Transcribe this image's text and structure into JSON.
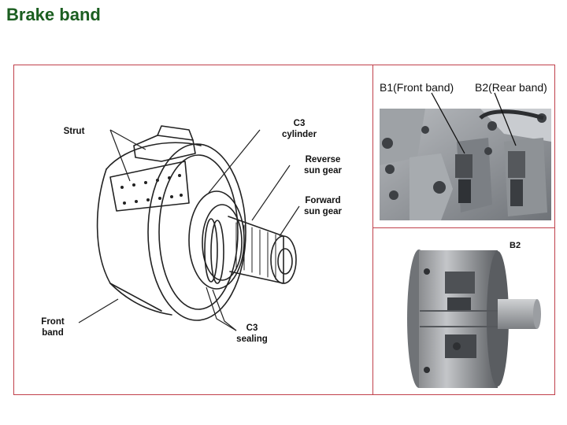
{
  "title": "Brake band",
  "drawing": {
    "labels": {
      "strut": "Strut",
      "c3_cylinder": "C3\ncylinder",
      "reverse_sun_gear": "Reverse\nsun gear",
      "forward_sun_gear": "Forward\nsun gear",
      "front_band": "Front\nband",
      "c3_sealing": "C3\nsealing"
    }
  },
  "photo_top": {
    "label_b1": "B1(Front band)",
    "label_b2": "B2(Rear band)"
  },
  "photo_bottom": {
    "label": "B2"
  },
  "colors": {
    "title": "#1b5e20",
    "frame": "#c0404a"
  }
}
